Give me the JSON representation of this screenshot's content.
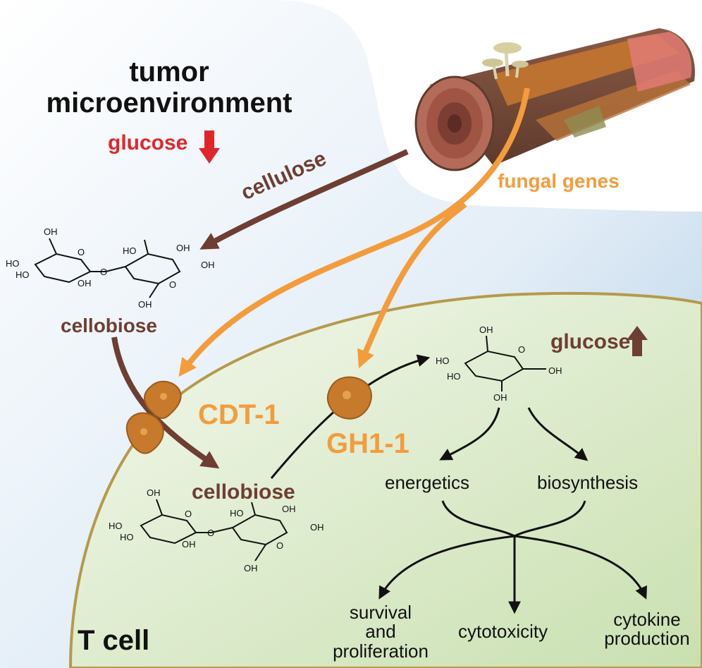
{
  "labels": {
    "tumor_microenvironment_line1": "tumor",
    "tumor_microenvironment_line2": "microenvironment",
    "glucose_low": "glucose",
    "cellulose": "cellulose",
    "fungal_genes": "fungal genes",
    "cellobiose_outside": "cellobiose",
    "cellobiose_inside": "cellobiose",
    "cdt1": "CDT-1",
    "gh11": "GH1-1",
    "glucose_high": "glucose",
    "energetics": "energetics",
    "biosynthesis": "biosynthesis",
    "survival_line1": "survival",
    "survival_line2": "and",
    "survival_line3": "proliferation",
    "cytotoxicity": "cytotoxicity",
    "cytokine_line1": "cytokine",
    "cytokine_line2": "production",
    "t_cell": "T cell"
  },
  "chem": {
    "oh": "OH",
    "ho": "HO",
    "o": "O"
  },
  "colors": {
    "tme_blue": "#a9c8e3",
    "cell_green": "#cfe2b8",
    "membrane": "#b59a4c",
    "cellulose_brown": "#6e3e33",
    "fungal_orange": "#f39c3c",
    "glucose_red": "#e0262b",
    "text": "#111111"
  }
}
